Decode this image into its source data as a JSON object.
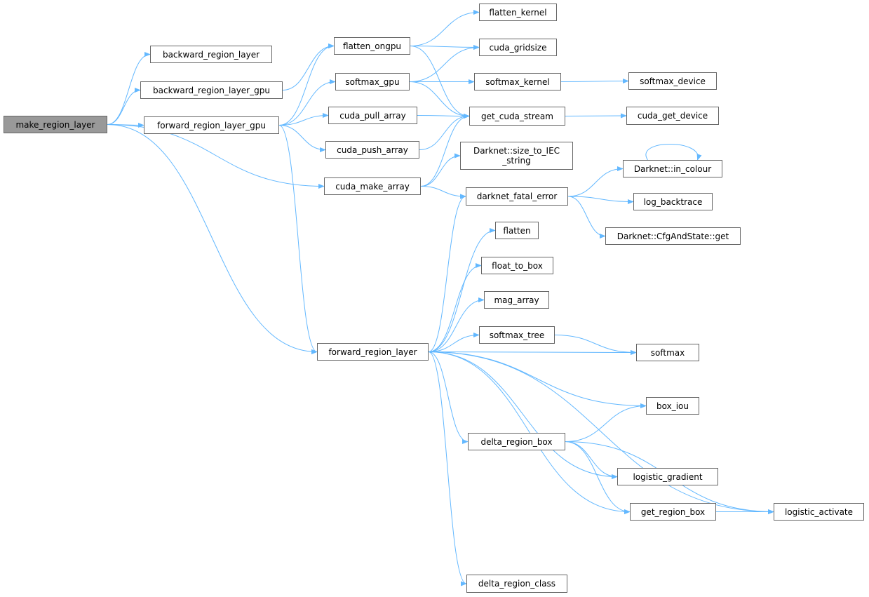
{
  "graph": {
    "title": "make_region_layer call graph",
    "edge_color": "#63b8ff",
    "root_fill": "#999999",
    "nodes": {
      "make_region_layer": "make_region_layer",
      "backward_region_layer": "backward_region_layer",
      "backward_region_layer_gpu": "backward_region_layer_gpu",
      "forward_region_layer_gpu": "forward_region_layer_gpu",
      "flatten_ongpu": "flatten_ongpu",
      "softmax_gpu": "softmax_gpu",
      "cuda_pull_array": "cuda_pull_array",
      "cuda_push_array": "cuda_push_array",
      "cuda_make_array": "cuda_make_array",
      "forward_region_layer": "forward_region_layer",
      "flatten_kernel": "flatten_kernel",
      "cuda_gridsize": "cuda_gridsize",
      "softmax_kernel": "softmax_kernel",
      "get_cuda_stream": "get_cuda_stream",
      "size_to_IEC_string": "Darknet::size_to_IEC\n_string",
      "darknet_fatal_error": "darknet_fatal_error",
      "flatten": "flatten",
      "float_to_box": "float_to_box",
      "mag_array": "mag_array",
      "softmax_tree": "softmax_tree",
      "delta_region_box": "delta_region_box",
      "delta_region_class": "delta_region_class",
      "softmax_device": "softmax_device",
      "cuda_get_device": "cuda_get_device",
      "in_colour": "Darknet::in_colour",
      "log_backtrace": "log_backtrace",
      "cfg_get": "Darknet::CfgAndState::get",
      "softmax": "softmax",
      "box_iou": "box_iou",
      "logistic_gradient": "logistic_gradient",
      "get_region_box": "get_region_box",
      "logistic_activate": "logistic_activate"
    },
    "edges": [
      [
        "make_region_layer",
        "backward_region_layer"
      ],
      [
        "make_region_layer",
        "backward_region_layer_gpu"
      ],
      [
        "make_region_layer",
        "forward_region_layer_gpu"
      ],
      [
        "make_region_layer",
        "cuda_make_array"
      ],
      [
        "make_region_layer",
        "forward_region_layer"
      ],
      [
        "backward_region_layer_gpu",
        "flatten_ongpu"
      ],
      [
        "forward_region_layer_gpu",
        "flatten_ongpu"
      ],
      [
        "forward_region_layer_gpu",
        "softmax_gpu"
      ],
      [
        "forward_region_layer_gpu",
        "cuda_pull_array"
      ],
      [
        "forward_region_layer_gpu",
        "cuda_push_array"
      ],
      [
        "forward_region_layer_gpu",
        "forward_region_layer"
      ],
      [
        "flatten_ongpu",
        "flatten_kernel"
      ],
      [
        "flatten_ongpu",
        "cuda_gridsize"
      ],
      [
        "flatten_ongpu",
        "get_cuda_stream"
      ],
      [
        "softmax_gpu",
        "cuda_gridsize"
      ],
      [
        "softmax_gpu",
        "softmax_kernel"
      ],
      [
        "softmax_gpu",
        "get_cuda_stream"
      ],
      [
        "softmax_kernel",
        "softmax_device"
      ],
      [
        "cuda_pull_array",
        "get_cuda_stream"
      ],
      [
        "cuda_push_array",
        "get_cuda_stream"
      ],
      [
        "cuda_make_array",
        "get_cuda_stream"
      ],
      [
        "cuda_make_array",
        "size_to_IEC_string"
      ],
      [
        "cuda_make_array",
        "darknet_fatal_error"
      ],
      [
        "get_cuda_stream",
        "cuda_get_device"
      ],
      [
        "darknet_fatal_error",
        "in_colour"
      ],
      [
        "darknet_fatal_error",
        "log_backtrace"
      ],
      [
        "darknet_fatal_error",
        "cfg_get"
      ],
      [
        "in_colour",
        "in_colour"
      ],
      [
        "forward_region_layer",
        "darknet_fatal_error"
      ],
      [
        "forward_region_layer",
        "flatten"
      ],
      [
        "forward_region_layer",
        "float_to_box"
      ],
      [
        "forward_region_layer",
        "mag_array"
      ],
      [
        "forward_region_layer",
        "softmax_tree"
      ],
      [
        "forward_region_layer",
        "softmax"
      ],
      [
        "forward_region_layer",
        "box_iou"
      ],
      [
        "forward_region_layer",
        "delta_region_box"
      ],
      [
        "forward_region_layer",
        "logistic_gradient"
      ],
      [
        "forward_region_layer",
        "get_region_box"
      ],
      [
        "forward_region_layer",
        "logistic_activate"
      ],
      [
        "forward_region_layer",
        "delta_region_class"
      ],
      [
        "softmax_tree",
        "softmax"
      ],
      [
        "delta_region_box",
        "box_iou"
      ],
      [
        "delta_region_box",
        "logistic_gradient"
      ],
      [
        "delta_region_box",
        "get_region_box"
      ],
      [
        "delta_region_box",
        "logistic_activate"
      ],
      [
        "get_region_box",
        "logistic_activate"
      ]
    ]
  }
}
